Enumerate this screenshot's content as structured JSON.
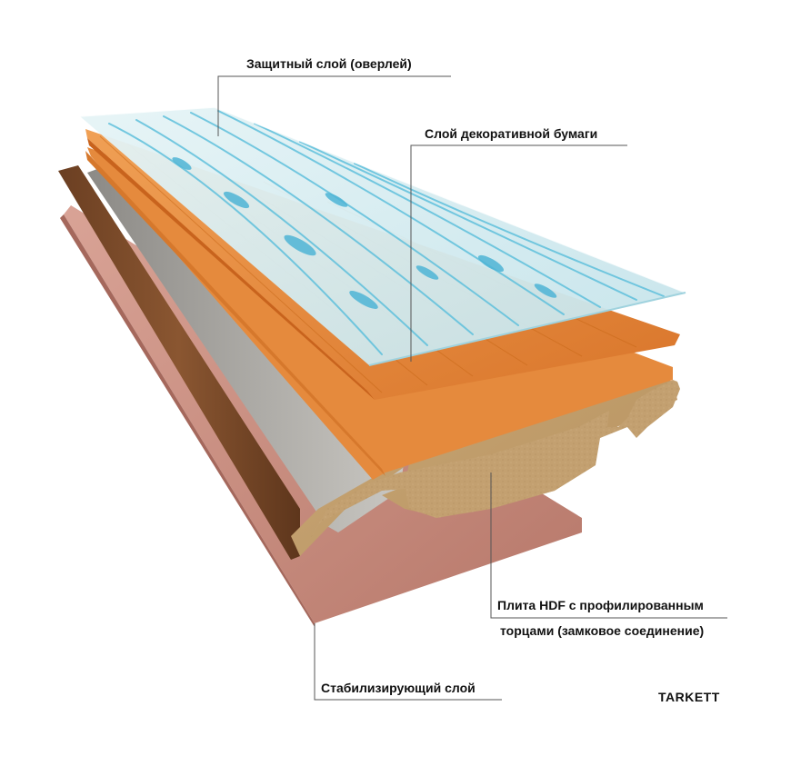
{
  "labels": {
    "overlay": "Защитный слой (оверлей)",
    "decor_paper": "Слой декоративной бумаги",
    "hdf_line1": "Плита HDF с профилированным",
    "hdf_line2": "торцами (замковое соединение)",
    "stabilizing": "Стабилизирующий слой"
  },
  "brand": "TARKETT",
  "colors": {
    "overlay": "#cfe9ee",
    "overlay_grain": "#5fc0dc",
    "decor": "#e8893a",
    "decor_grain": "#c86818",
    "hdf_top": "#c8a678",
    "hdf_side": "#b99264",
    "hdf_edge": "#e38a3c",
    "groove_inner": "#9c9c98",
    "profile_dark": "#7a4a2a",
    "backing": "#c98a7c",
    "leader": "#555555"
  }
}
